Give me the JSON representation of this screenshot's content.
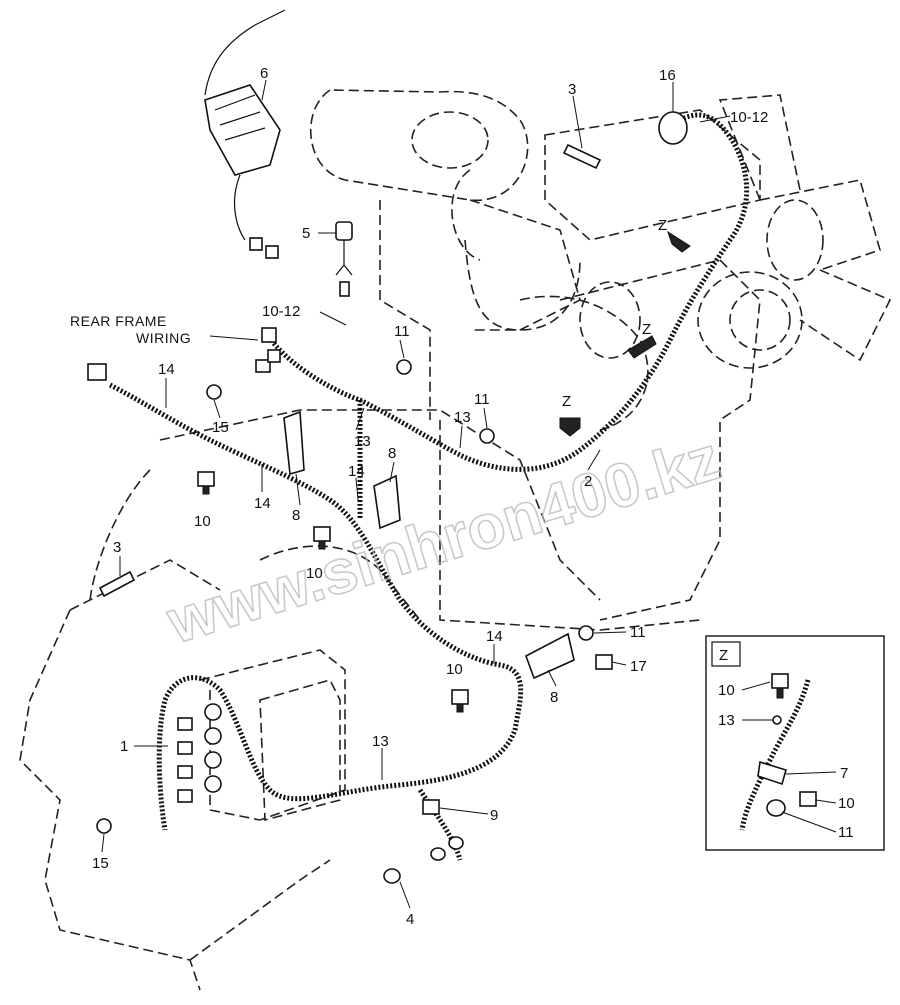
{
  "diagram": {
    "watermark": "www.sinhron400.kz",
    "rear_frame_label": [
      "REAR FRAME",
      "WIRING"
    ],
    "detail_label": "Z",
    "view_arrow_label": "Z",
    "callouts": {
      "c1": "1",
      "c2": "2",
      "c3a": "3",
      "c3b": "3",
      "c4": "4",
      "c5": "5",
      "c6": "6",
      "c8a": "8",
      "c8b": "8",
      "c8c": "8",
      "c9": "9",
      "c10a": "10",
      "c10b": "10",
      "c10c": "10",
      "c1012a": "10-12",
      "c1012b": "10-12",
      "c11a": "11",
      "c11b": "11",
      "c11c": "11",
      "c13a": "13",
      "c13b": "13",
      "c13c": "13",
      "c14a": "14",
      "c14b": "14",
      "c14c": "14",
      "c14d": "14",
      "c15a": "15",
      "c15b": "15",
      "c16": "16",
      "c17": "17"
    },
    "detail_callouts": {
      "d10": "10",
      "d13": "13",
      "d7": "7",
      "d10b": "10",
      "d11": "11"
    }
  }
}
